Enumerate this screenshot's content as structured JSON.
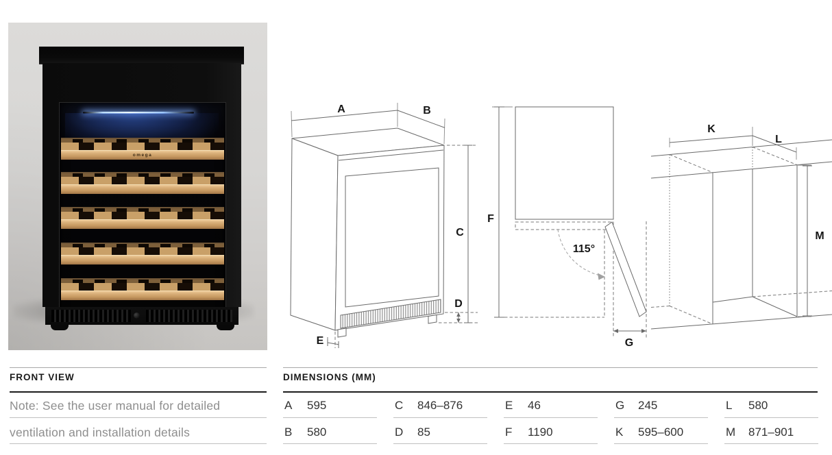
{
  "product_photo": {
    "description": "Front photo of a black built-in wine cabinet with five wooden shelves and blue interior LED lighting",
    "brand_logo": "omega",
    "background_color": "#d6d5d3",
    "cabinet_color": "#0d0d0d",
    "shelf_wood_color": "#c89a62",
    "led_glow_color": "#6f9fe8",
    "shelf_count": 5
  },
  "sections": {
    "front_view": {
      "title": "FRONT VIEW",
      "note_line_1": "Note: See the user manual for detailed",
      "note_line_2": "ventilation and installation details"
    },
    "dimensions": {
      "title": "DIMENSIONS (MM)",
      "entries": [
        {
          "key": "A",
          "value": "595"
        },
        {
          "key": "B",
          "value": "580"
        },
        {
          "key": "C",
          "value": "846–876"
        },
        {
          "key": "D",
          "value": "85"
        },
        {
          "key": "E",
          "value": "46"
        },
        {
          "key": "F",
          "value": "1190"
        },
        {
          "key": "G",
          "value": "245"
        },
        {
          "key": "K",
          "value": "595–600"
        },
        {
          "key": "L",
          "value": "580"
        },
        {
          "key": "M",
          "value": "871–901"
        }
      ]
    }
  },
  "diagrams": {
    "isometric": {
      "label_a": "A",
      "label_b": "B",
      "label_c": "C",
      "label_d": "D",
      "label_e": "E"
    },
    "top_view": {
      "label_f": "F",
      "label_g": "G",
      "door_angle": "115°"
    },
    "niche": {
      "label_k": "K",
      "label_l": "L",
      "label_m": "M"
    }
  }
}
